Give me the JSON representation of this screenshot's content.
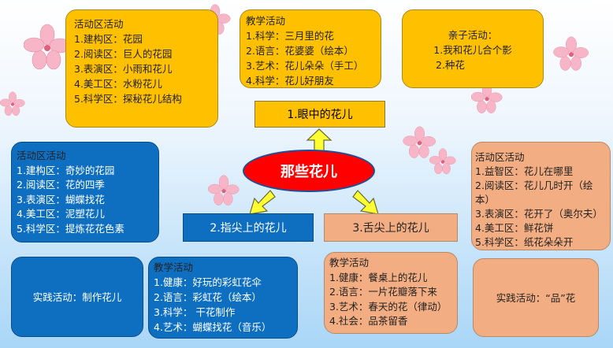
{
  "center": "那些花儿",
  "theme1": "1.眼中的花儿",
  "theme2": "2.指尖上的花儿",
  "theme3": "3.舌尖上的花儿",
  "box_top_left": {
    "title": "活动区活动",
    "items": [
      "1.建构区：花园",
      "2.阅读区：巨人的花园",
      "3.表演区：小雨和花儿",
      "4.美工区：水粉花儿",
      "5.科学区：探秘花儿结构"
    ]
  },
  "box_top_mid": {
    "title": "教学活动",
    "items": [
      "1.科学：三月里的花",
      "2.语言：花婆婆（绘本）",
      "3.艺术：花儿朵朵（手工）",
      "4.科学：花儿好朋友"
    ]
  },
  "box_top_right": {
    "title": "亲子活动：",
    "items": [
      "1.我和花儿合个影",
      "2.种花"
    ]
  },
  "box_mid_left": {
    "title": "活动区活动",
    "items": [
      "1.建构区：奇妙的花园",
      "2.阅读区：花的四季",
      "3.表演区：蝴蝶找花",
      "4.美工区：泥塑花儿",
      "5.科学区：提炼花花色素"
    ]
  },
  "box_mid_right": {
    "title": "活动区活动",
    "items": [
      "1.益智区：花儿在哪里",
      "2.阅读区：花儿几时开（绘",
      "本）",
      "3.表演区：花开了（奥尔夫）",
      "4.美工区：鲜花饼",
      "5.科学区：纸花朵朵开"
    ]
  },
  "box_bot_left": {
    "text": "实践活动：制作花儿"
  },
  "box_bot_mid": {
    "title": "教学活动",
    "items": [
      "1.健康：好玩的彩虹花伞",
      "2.语言：彩虹花（绘本）",
      "3.科学： 干花制作",
      "4.艺术：蝴蝶找花（音乐）"
    ]
  },
  "box_bot_mid2": {
    "title": "教学活动",
    "items": [
      "1.健康：餐桌上的花儿",
      "2.语言：一片花瓣落下来",
      "3.艺术：春天的花（律动）",
      "4.社会：品茶留香"
    ]
  },
  "box_bot_right": {
    "text": "实践活动：“品”花"
  },
  "colors": {
    "yellow": "#ffc000",
    "blue": "#0e6fc1",
    "peach": "#f3ad82",
    "center_red": "#ff0000"
  }
}
